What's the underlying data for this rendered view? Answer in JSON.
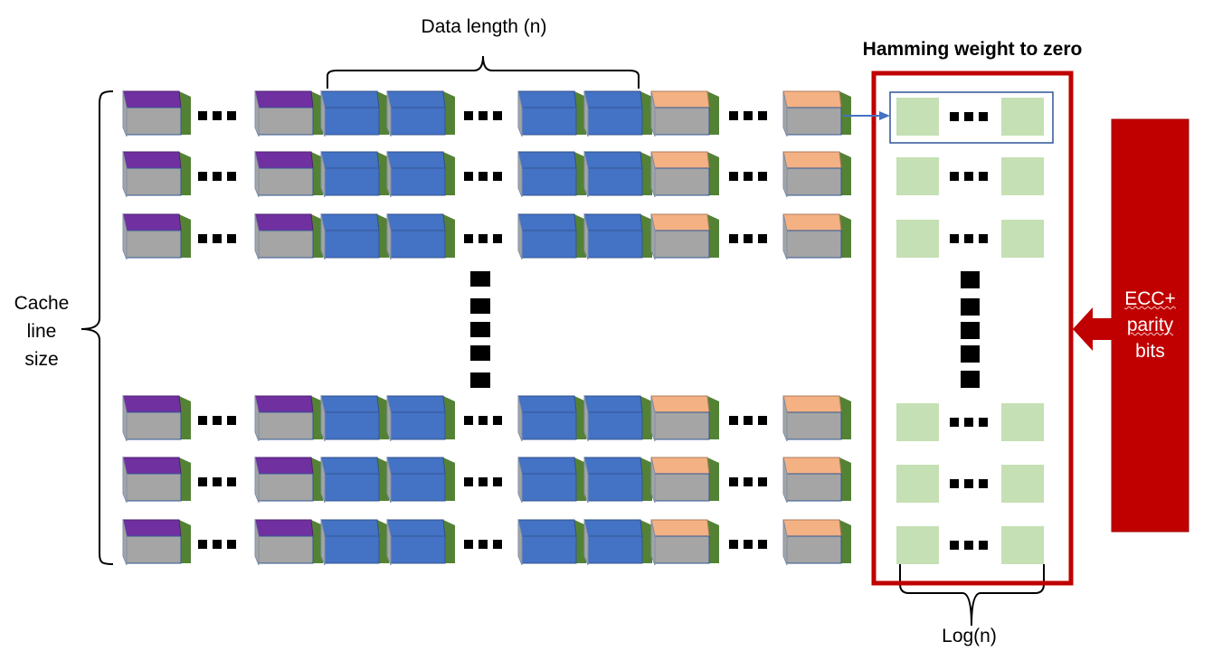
{
  "labels": {
    "data_length": "Data length (n)",
    "hamming": "Hamming weight to zero",
    "log_n": "Log(n)",
    "cache_line": [
      "Cache",
      "line",
      "size"
    ],
    "ecc": [
      "ECC+",
      "parity",
      "bits"
    ]
  },
  "colors": {
    "purple": "#7030a0",
    "gray": "#a5a5a5",
    "blue": "#4472c4",
    "orange": "#f4b183",
    "green": "#548235",
    "light_green": "#c5e0b4",
    "red": "#c00000",
    "arrow": "#4472c4"
  },
  "icons": {
    "ellipsis": "horizontal-dots-icon",
    "vertical_ellipsis": "vertical-dots-icon",
    "arrow": "left-arrow-icon"
  }
}
